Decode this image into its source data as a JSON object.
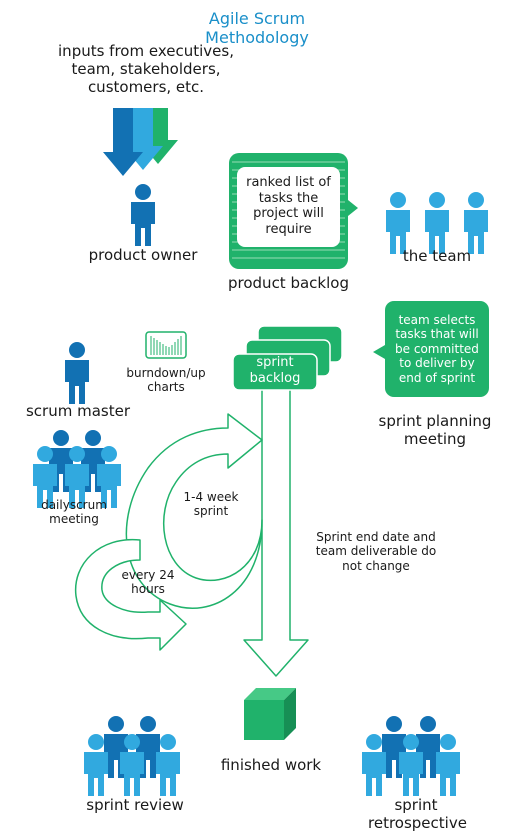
{
  "title": "Agile Scrum Methodology",
  "colors": {
    "accent": "#1a8fc9",
    "green": "#20b26b",
    "dark_blue": "#1271b3",
    "light_blue": "#31a9df"
  },
  "inputs": "inputs from executives, team, stakeholders, customers, etc.",
  "roles": {
    "product_owner": "product owner",
    "the_team": "the team",
    "scrum_master": "scrum master"
  },
  "product_backlog": {
    "card_text": "ranked list of tasks the project will require",
    "label": "product backlog"
  },
  "sprint_backlog": {
    "line1": "sprint",
    "line2": "backlog"
  },
  "sprint_planning": {
    "bubble_text": "team selects tasks that will be committed to deliver by end of sprint",
    "label": "sprint planning meeting"
  },
  "burndown": "burndown/up charts",
  "daily_scrum": "dailyscrum meeting",
  "sprint_cycle": "1-4 week sprint",
  "daily_cycle": "every 24 hours",
  "sprint_note": "Sprint end date and team deliverable do not change",
  "finished_work": "finished work",
  "sprint_review": "sprint review",
  "sprint_retrospective": "sprint retrospective",
  "icons": [
    "arrow-down-icon",
    "person-icon",
    "team-icon",
    "chart-icon",
    "cube-icon"
  ]
}
